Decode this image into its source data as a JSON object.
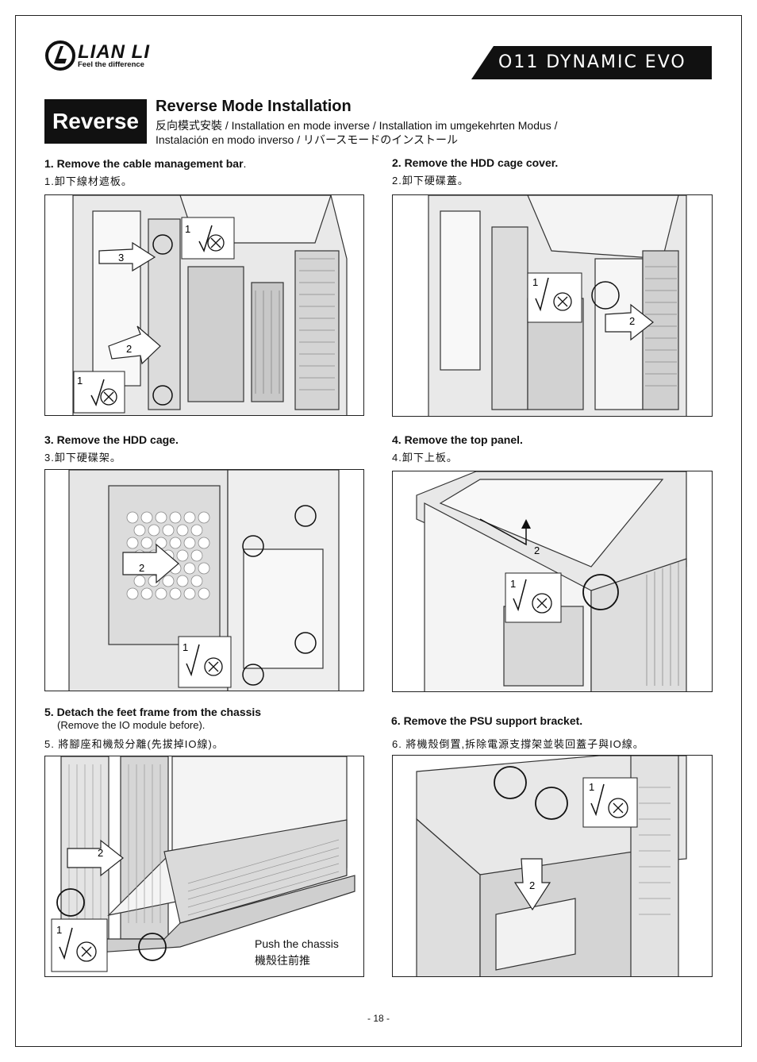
{
  "brand": {
    "name": "LIAN LI",
    "tagline": "Feel the difference",
    "model": "O11 DYNAMIC EVO"
  },
  "section": {
    "badge": "Reverse",
    "title": "Reverse Mode Installation",
    "subtitle_line1": "反向模式安裝 / Installation en mode inverse / Installation im umgekehrten Modus /",
    "subtitle_line2": "Instalación en modo inverso / リバースモードのインストール"
  },
  "steps": [
    {
      "title": "1. Remove the cable management bar",
      "title_end": ".",
      "cn": "1.卸下線材遮板。",
      "callouts": [
        "1",
        "3",
        "2",
        "1"
      ]
    },
    {
      "title": "2. Remove the HDD cage cover.",
      "cn": "2.卸下硬碟蓋。",
      "callouts": [
        "1",
        "2"
      ]
    },
    {
      "title": "3. Remove the HDD cage.",
      "cn": "3.卸下硬碟架。",
      "callouts": [
        "2",
        "1"
      ]
    },
    {
      "title": "4. Remove the top panel.",
      "cn": "4.卸下上板。",
      "callouts": [
        "2",
        "1"
      ]
    },
    {
      "title": "5. Detach the feet frame from the chassis",
      "sub": "(Remove the IO module before).",
      "cn": "5. 將腳座和機殼分離(先拔掉IO線)。",
      "callouts": [
        "2",
        "1"
      ],
      "caption_en": "Push the chassis",
      "caption_cn": "機殼往前推"
    },
    {
      "title": "6. Remove the PSU support bracket.",
      "cn": "6. 將機殼倒置,拆除電源支撐架並裝回蓋子與IO線。",
      "callouts": [
        "1",
        "2"
      ]
    }
  ],
  "page_number": "- 18 -"
}
